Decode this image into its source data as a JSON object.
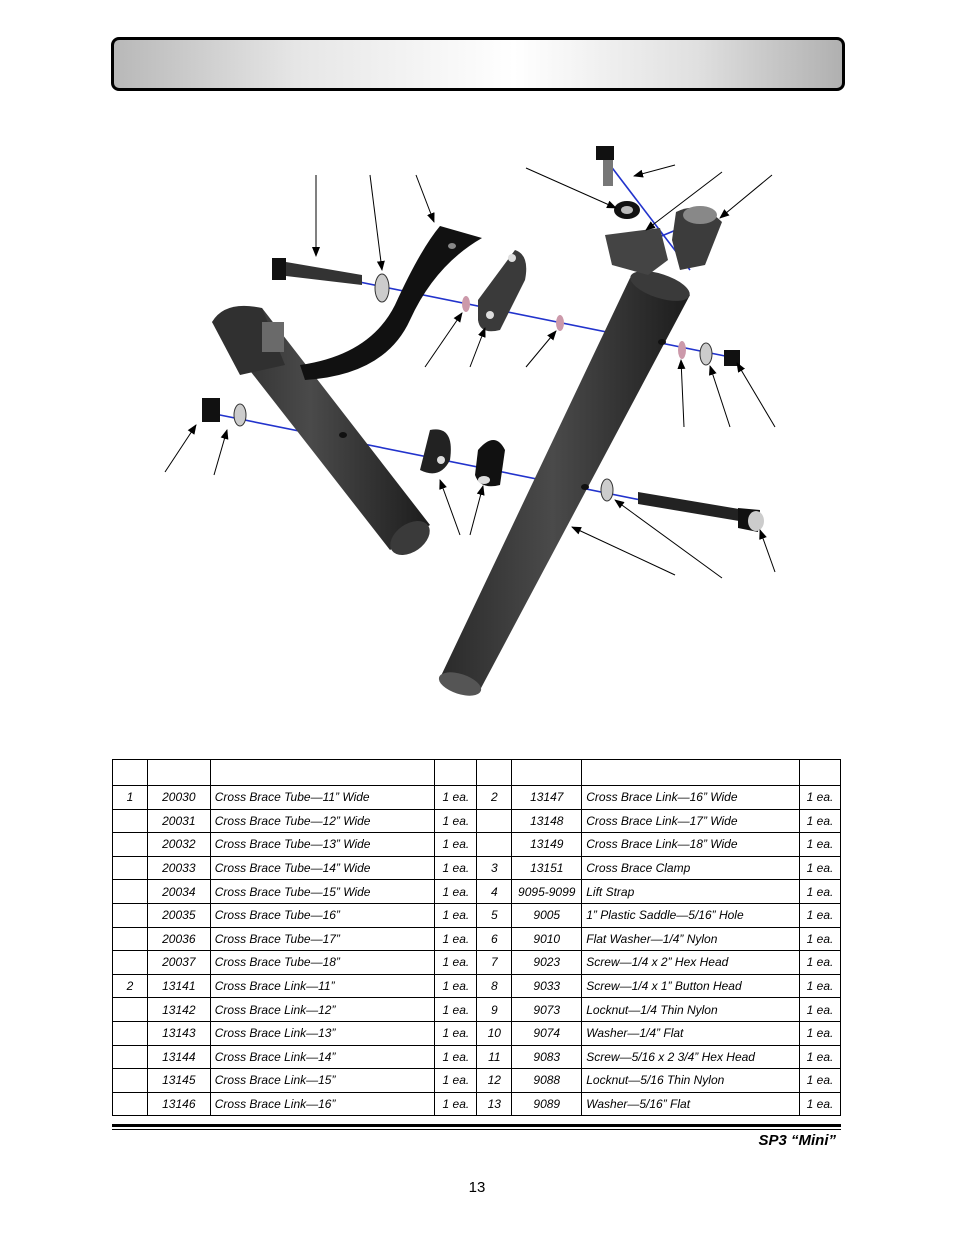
{
  "header": {
    "title": ""
  },
  "diagram": {
    "name": "exploded-parts-diagram"
  },
  "table": {
    "headers": [
      "",
      "",
      "",
      "",
      "",
      "",
      "",
      ""
    ],
    "rows": [
      [
        "1",
        "20030",
        "Cross Brace Tube—11” Wide",
        "1 ea.",
        "2",
        "13147",
        "Cross Brace Link—16” Wide",
        "1 ea."
      ],
      [
        "",
        "20031",
        "Cross Brace Tube—12” Wide",
        "1 ea.",
        "",
        "13148",
        "Cross Brace Link—17” Wide",
        "1 ea."
      ],
      [
        "",
        "20032",
        "Cross Brace Tube—13” Wide",
        "1 ea.",
        "",
        "13149",
        "Cross Brace Link—18” Wide",
        "1 ea."
      ],
      [
        "",
        "20033",
        "Cross Brace Tube—14” Wide",
        "1 ea.",
        "3",
        "13151",
        "Cross Brace Clamp",
        "1 ea."
      ],
      [
        "",
        "20034",
        "Cross Brace Tube—15” Wide",
        "1 ea.",
        "4",
        "9095-9099",
        "Lift Strap",
        "1 ea."
      ],
      [
        "",
        "20035",
        "Cross Brace Tube—16”",
        "1 ea.",
        "5",
        "9005",
        "1” Plastic Saddle—5/16” Hole",
        "1 ea."
      ],
      [
        "",
        "20036",
        "Cross Brace Tube—17”",
        "1 ea.",
        "6",
        "9010",
        "Flat Washer—1/4” Nylon",
        "1 ea."
      ],
      [
        "",
        "20037",
        "Cross Brace Tube—18”",
        "1 ea.",
        "7",
        "9023",
        "Screw—1/4 x 2” Hex Head",
        "1 ea."
      ],
      [
        "2",
        "13141",
        "Cross Brace Link—11”",
        "1 ea.",
        "8",
        "9033",
        "Screw—1/4 x 1” Button Head",
        "1 ea."
      ],
      [
        "",
        "13142",
        "Cross Brace Link—12”",
        "1 ea.",
        "9",
        "9073",
        "Locknut—1/4 Thin Nylon",
        "1 ea."
      ],
      [
        "",
        "13143",
        "Cross Brace Link—13”",
        "1 ea.",
        "10",
        "9074",
        "Washer—1/4” Flat",
        "1 ea."
      ],
      [
        "",
        "13144",
        "Cross Brace Link—14”",
        "1 ea.",
        "11",
        "9083",
        "Screw—5/16 x 2 3/4” Hex Head",
        "1 ea."
      ],
      [
        "",
        "13145",
        "Cross Brace Link—15”",
        "1 ea.",
        "12",
        "9088",
        "Locknut—5/16 Thin Nylon",
        "1 ea."
      ],
      [
        "",
        "13146",
        "Cross Brace Link—16”",
        "1 ea.",
        "13",
        "9089",
        "Washer—5/16” Flat",
        "1 ea."
      ]
    ]
  },
  "footer": {
    "model": "SP3 “Mini”",
    "page_number": "13"
  }
}
